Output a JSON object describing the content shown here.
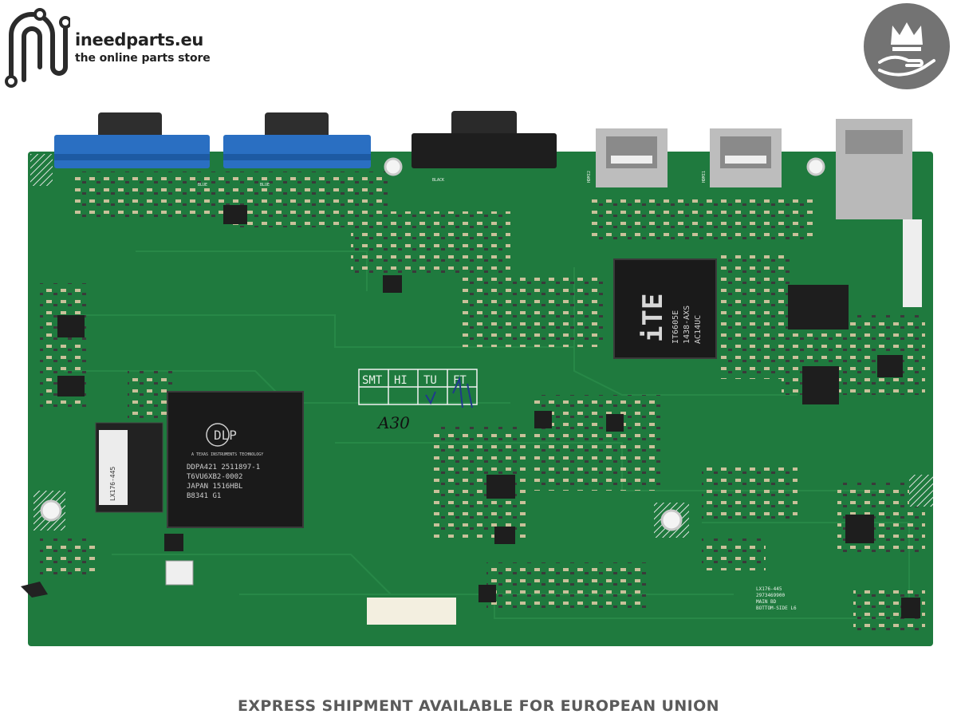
{
  "header": {
    "site_name": "ineedparts.eu",
    "tagline": "the online parts store",
    "logo_icon": "circuit-n-logo-icon",
    "badge_icon": "crown-hand-icon",
    "colors": {
      "logo": "#2b2b2b",
      "badge": "#737373"
    }
  },
  "board": {
    "colors": {
      "pcb": "#1f7a3e",
      "vga_blue": "#2a6fc2",
      "vga_black": "#222222",
      "metal": "#c8c8c8"
    },
    "connector_labels": [
      "BLUE",
      "BLUE",
      "BLACK",
      "HDMI2",
      "HDMI1"
    ],
    "dlp_chip": {
      "logo": "DLP",
      "brand_line": "A TEXAS INSTRUMENTS TECHNOLOGY",
      "lines": [
        "DDPA421  2511897-1",
        "T6VU6XB2-0002",
        "JAPAN 1516HBL",
        "B8341        G1"
      ]
    },
    "ite_chip": {
      "logo": "iTE",
      "lines": [
        "IT6605E",
        "1438-AXS",
        "AC14UC"
      ]
    },
    "small_chip_label": "LX176-445",
    "handwritten_table": [
      "SMT",
      "HI",
      "TU",
      "FT"
    ],
    "handwritten_note": "A30",
    "bottom_silk": [
      "LX176-445",
      "2973469900",
      "MAIN BD",
      "BOTTOM-SIDE L6"
    ]
  },
  "footer": {
    "text": "EXPRESS SHIPMENT AVAILABLE FOR EUROPEAN UNION"
  }
}
